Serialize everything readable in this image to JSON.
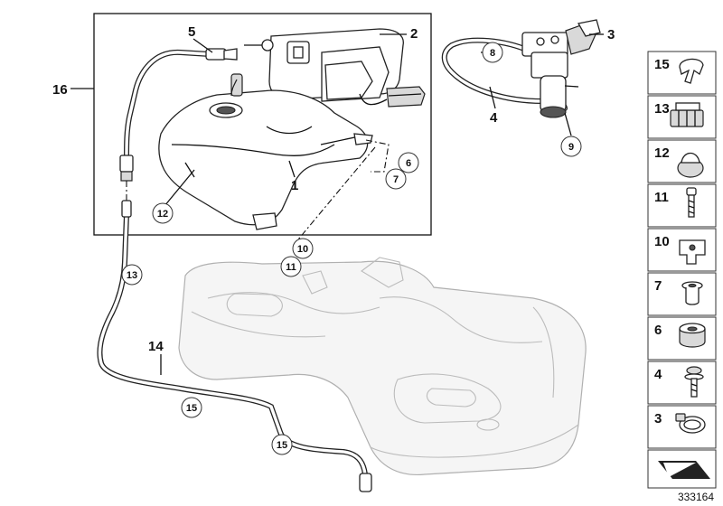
{
  "diagram_number": "333164",
  "callouts": [
    {
      "id": "c16",
      "label": "16"
    },
    {
      "id": "c5",
      "label": "5"
    },
    {
      "id": "c2",
      "label": "2"
    },
    {
      "id": "c1",
      "label": "1"
    },
    {
      "id": "c3",
      "label": "3"
    },
    {
      "id": "c4",
      "label": "4"
    },
    {
      "id": "c14",
      "label": "14"
    }
  ],
  "circled_callouts": [
    {
      "id": "cc8",
      "label": "8"
    },
    {
      "id": "cc9",
      "label": "9"
    },
    {
      "id": "cc6",
      "label": "6"
    },
    {
      "id": "cc7",
      "label": "7"
    },
    {
      "id": "cc12",
      "label": "12"
    },
    {
      "id": "cc10",
      "label": "10"
    },
    {
      "id": "cc11",
      "label": "11"
    },
    {
      "id": "cc13",
      "label": "13"
    },
    {
      "id": "cc15a",
      "label": "15"
    },
    {
      "id": "cc15b",
      "label": "15"
    }
  ],
  "parts_legend": [
    {
      "number": "15",
      "icon": "clip-icon"
    },
    {
      "number": "13",
      "icon": "cable-holder-icon"
    },
    {
      "number": "12",
      "icon": "grommet-icon"
    },
    {
      "number": "11",
      "icon": "screw-icon"
    },
    {
      "number": "10",
      "icon": "spring-nut-icon"
    },
    {
      "number": "7",
      "icon": "spacer-sleeve-icon"
    },
    {
      "number": "6",
      "icon": "rubber-mount-icon"
    },
    {
      "number": "4",
      "icon": "washer-screw-icon"
    },
    {
      "number": "3",
      "icon": "hose-clamp-icon"
    },
    {
      "number": "",
      "icon": "arrow-pointer-icon"
    }
  ]
}
